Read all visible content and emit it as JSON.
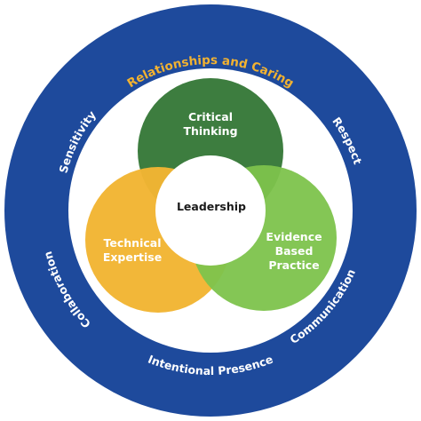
{
  "colors": {
    "outer_ring": "#1e4a9c",
    "inner_disc": "#ffffff",
    "title_text": "#f2b231",
    "critical_thinking": "#3d7d3f",
    "technical_expertise": "#f2b533",
    "evidence_based_practice": "#7dc34c",
    "center": "#ffffff"
  },
  "ring": {
    "title": "Relationships and Caring",
    "respect": "Respect",
    "communication": "Communication",
    "intentional_presence": "Intentional Presence",
    "collaboration": "Collaboration",
    "sensitivity": "Sensitivity"
  },
  "circles": {
    "critical_thinking": [
      "Critical",
      "Thinking"
    ],
    "technical_expertise": [
      "Technical",
      "Expertise"
    ],
    "evidence_based_practice": [
      "Evidence",
      "Based",
      "Practice"
    ]
  },
  "center": {
    "label": "Leadership"
  }
}
